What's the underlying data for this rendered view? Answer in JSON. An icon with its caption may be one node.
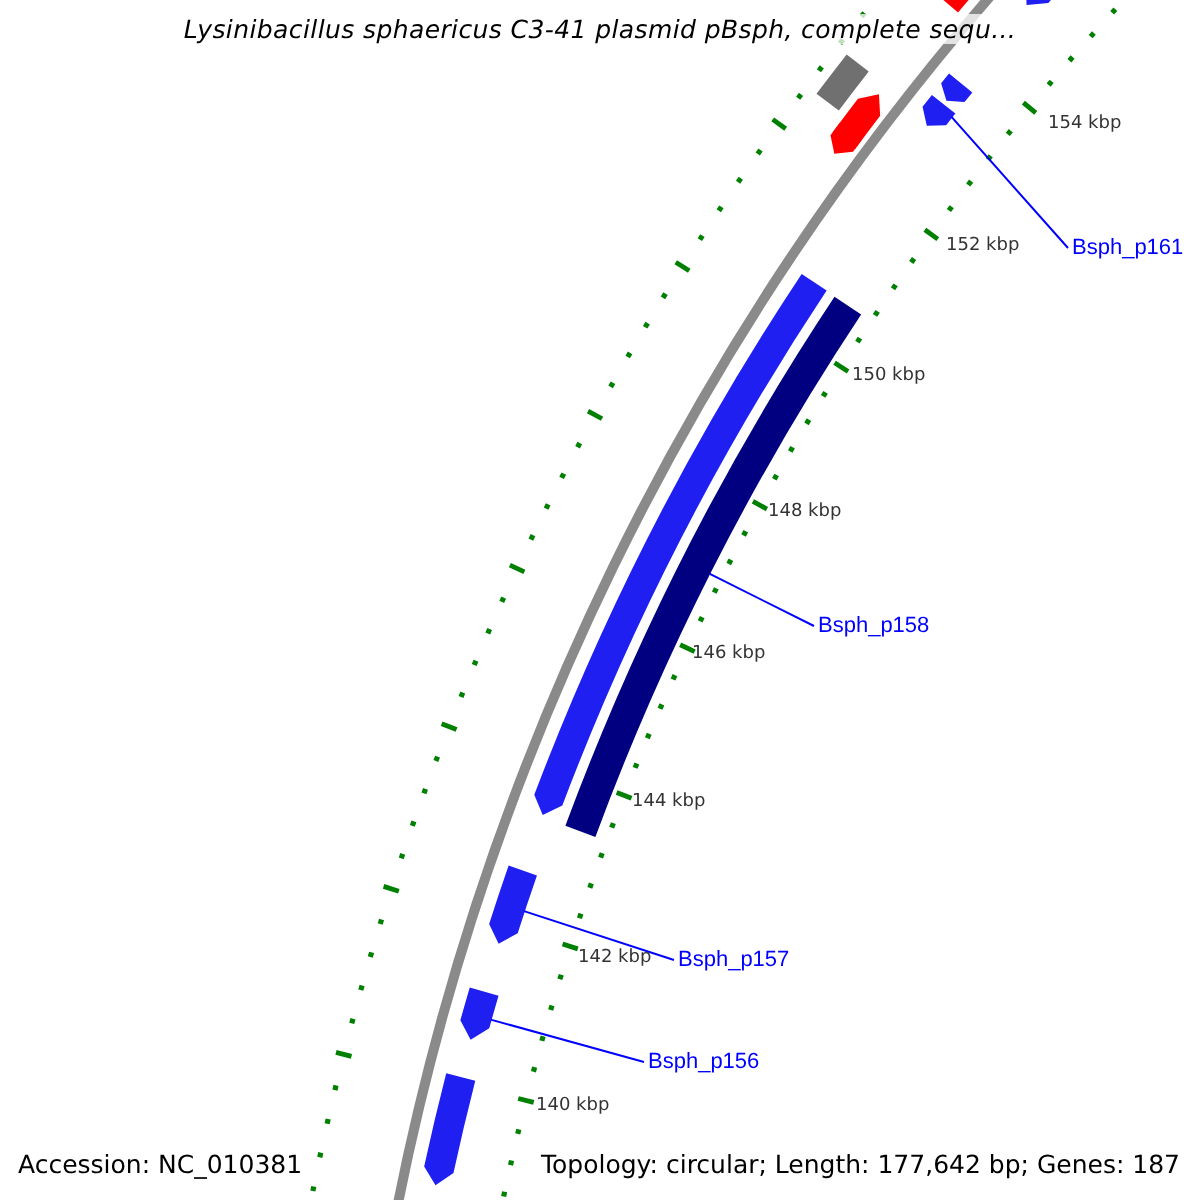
{
  "diagram": {
    "title": "Lysinibacillus sphaericus C3-41 plasmid pBsph, complete sequ...",
    "nodes": [
      {
        "text": [
          "Bsph_p161"
        ]
      },
      {
        "text": [],
        "shape": "bar"
      },
      {
        "text": [
          "Bsph_p158"
        ]
      },
      {
        "text": [],
        "shape": "bar"
      },
      {
        "text": [
          "Bsph_p157"
        ]
      },
      {
        "text": [],
        "shape": "bar"
      },
      {
        "text": [
          "Bsph_p156"
        ]
      },
      {
        "text": [],
        "shape": "bar"
      },
      {
        "text": [],
        "shape": "bar"
      }
    ],
    "edges": [
      {
        "from": 0,
        "to": 1,
        "arrow": "none"
      },
      {
        "from": 2,
        "to": 3,
        "arrow": "none"
      },
      {
        "from": 4,
        "to": 5,
        "arrow": "none"
      },
      {
        "from": 6,
        "to": 7,
        "arrow": "none"
      }
    ],
    "labels": [
      "154 kbp",
      "152 kbp",
      "150 kbp",
      "148 kbp",
      "146 kbp",
      "144 kbp",
      "142 kbp",
      "140 kbp",
      "Accession: NC_010381",
      "Topology: circular; Length: 177,642 bp; Genes: 187"
    ]
  }
}
